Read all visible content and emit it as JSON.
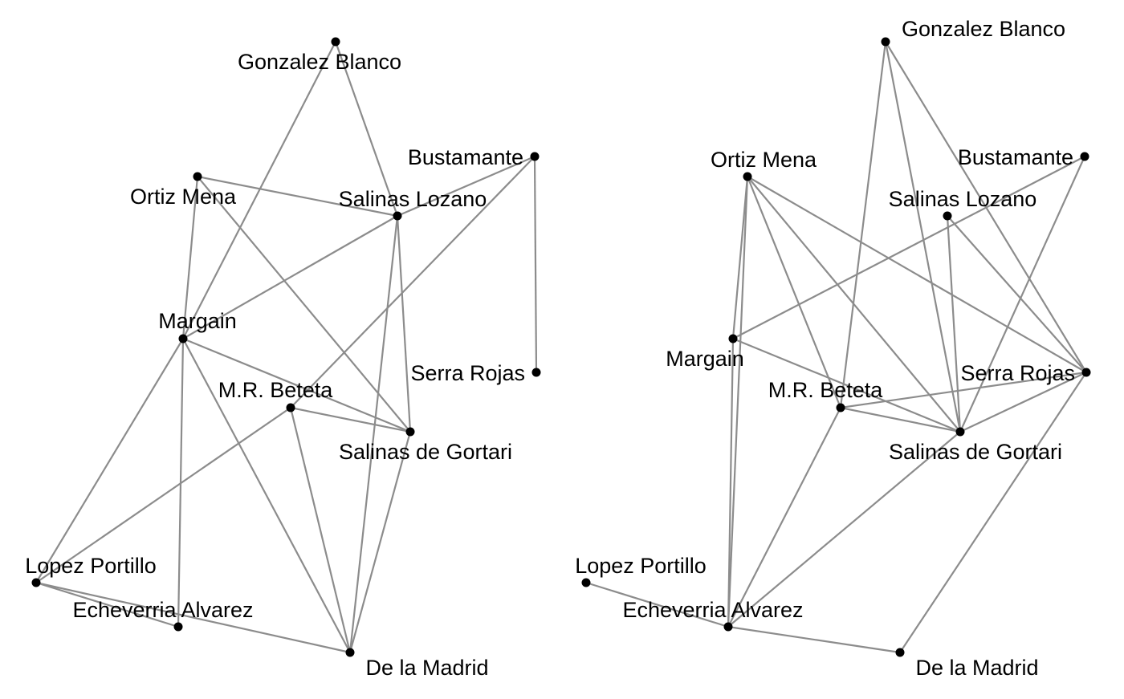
{
  "colors": {
    "edge": "#8c8c8c",
    "node": "#000000",
    "label": "#000000",
    "background": "#ffffff"
  },
  "networks": [
    {
      "id": "left",
      "nodes": [
        {
          "id": "gonzalez_blanco",
          "label": "Gonzalez Blanco"
        },
        {
          "id": "ortiz_mena",
          "label": "Ortiz Mena"
        },
        {
          "id": "bustamante",
          "label": "Bustamante"
        },
        {
          "id": "salinas_lozano",
          "label": "Salinas Lozano"
        },
        {
          "id": "margain",
          "label": "Margain"
        },
        {
          "id": "serra_rojas",
          "label": "Serra Rojas"
        },
        {
          "id": "mr_beteta",
          "label": "M.R. Beteta"
        },
        {
          "id": "salinas_de_gortari",
          "label": "Salinas de Gortari"
        },
        {
          "id": "lopez_portillo",
          "label": "Lopez Portillo"
        },
        {
          "id": "echeverria_alvarez",
          "label": "Echeverria Alvarez"
        },
        {
          "id": "de_la_madrid",
          "label": "De la Madrid"
        }
      ],
      "edges": [
        [
          "gonzalez_blanco",
          "margain"
        ],
        [
          "gonzalez_blanco",
          "salinas_lozano"
        ],
        [
          "ortiz_mena",
          "salinas_lozano"
        ],
        [
          "ortiz_mena",
          "margain"
        ],
        [
          "ortiz_mena",
          "salinas_de_gortari"
        ],
        [
          "bustamante",
          "salinas_lozano"
        ],
        [
          "bustamante",
          "serra_rojas"
        ],
        [
          "bustamante",
          "mr_beteta"
        ],
        [
          "salinas_lozano",
          "margain"
        ],
        [
          "salinas_lozano",
          "salinas_de_gortari"
        ],
        [
          "salinas_lozano",
          "de_la_madrid"
        ],
        [
          "margain",
          "salinas_de_gortari"
        ],
        [
          "margain",
          "lopez_portillo"
        ],
        [
          "margain",
          "echeverria_alvarez"
        ],
        [
          "margain",
          "de_la_madrid"
        ],
        [
          "mr_beteta",
          "salinas_de_gortari"
        ],
        [
          "mr_beteta",
          "lopez_portillo"
        ],
        [
          "mr_beteta",
          "de_la_madrid"
        ],
        [
          "salinas_de_gortari",
          "de_la_madrid"
        ],
        [
          "lopez_portillo",
          "echeverria_alvarez"
        ],
        [
          "lopez_portillo",
          "de_la_madrid"
        ]
      ]
    },
    {
      "id": "right",
      "nodes": [
        {
          "id": "gonzalez_blanco",
          "label": "Gonzalez Blanco"
        },
        {
          "id": "ortiz_mena",
          "label": "Ortiz Mena"
        },
        {
          "id": "bustamante",
          "label": "Bustamante"
        },
        {
          "id": "salinas_lozano",
          "label": "Salinas Lozano"
        },
        {
          "id": "margain",
          "label": "Margain"
        },
        {
          "id": "serra_rojas",
          "label": "Serra Rojas"
        },
        {
          "id": "mr_beteta",
          "label": "M.R. Beteta"
        },
        {
          "id": "salinas_de_gortari",
          "label": "Salinas de Gortari"
        },
        {
          "id": "lopez_portillo",
          "label": "Lopez Portillo"
        },
        {
          "id": "echeverria_alvarez",
          "label": "Echeverria Alvarez"
        },
        {
          "id": "de_la_madrid",
          "label": "De la Madrid"
        }
      ],
      "edges": [
        [
          "gonzalez_blanco",
          "mr_beteta"
        ],
        [
          "gonzalez_blanco",
          "salinas_de_gortari"
        ],
        [
          "gonzalez_blanco",
          "serra_rojas"
        ],
        [
          "ortiz_mena",
          "margain"
        ],
        [
          "ortiz_mena",
          "echeverria_alvarez"
        ],
        [
          "ortiz_mena",
          "mr_beteta"
        ],
        [
          "ortiz_mena",
          "salinas_de_gortari"
        ],
        [
          "ortiz_mena",
          "serra_rojas"
        ],
        [
          "bustamante",
          "margain"
        ],
        [
          "bustamante",
          "salinas_de_gortari"
        ],
        [
          "salinas_lozano",
          "salinas_de_gortari"
        ],
        [
          "salinas_lozano",
          "serra_rojas"
        ],
        [
          "margain",
          "salinas_de_gortari"
        ],
        [
          "margain",
          "echeverria_alvarez"
        ],
        [
          "mr_beteta",
          "serra_rojas"
        ],
        [
          "mr_beteta",
          "salinas_de_gortari"
        ],
        [
          "mr_beteta",
          "echeverria_alvarez"
        ],
        [
          "salinas_de_gortari",
          "serra_rojas"
        ],
        [
          "salinas_de_gortari",
          "echeverria_alvarez"
        ],
        [
          "serra_rojas",
          "de_la_madrid"
        ],
        [
          "lopez_portillo",
          "echeverria_alvarez"
        ],
        [
          "echeverria_alvarez",
          "de_la_madrid"
        ]
      ]
    }
  ]
}
